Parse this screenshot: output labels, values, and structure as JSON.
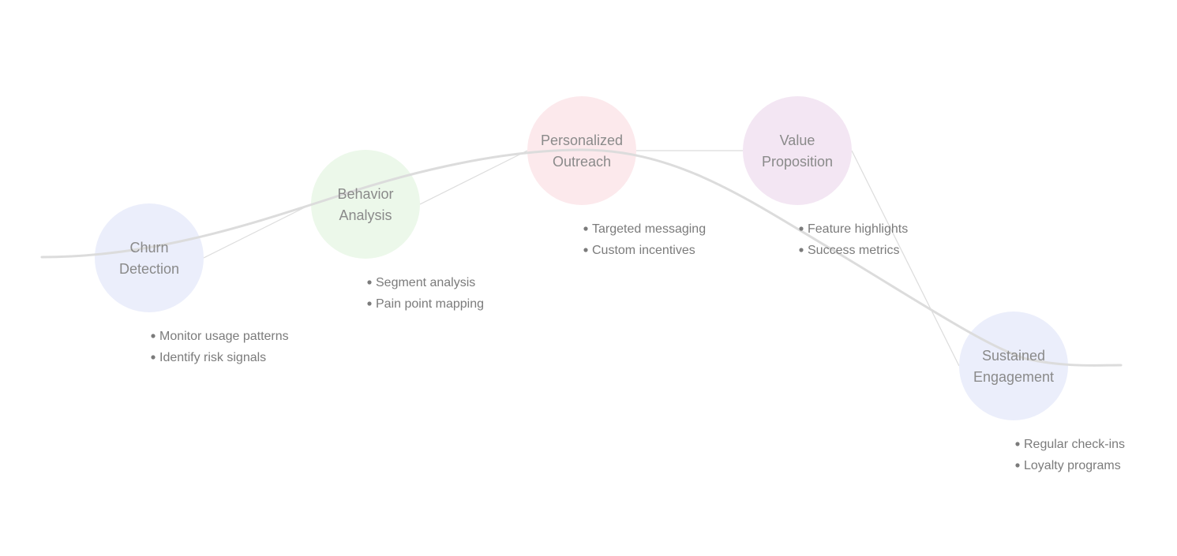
{
  "colors": {
    "curve": "#dcdcdc",
    "connector": "#dcdcdc",
    "label": "#8a8a8a",
    "bullet_text": "#7b7b7b"
  },
  "stages": [
    {
      "id": "churn-detection",
      "title_lines": [
        "Churn",
        "Detection"
      ],
      "fill": "#ebeefb",
      "bullets": [
        "Monitor usage patterns",
        "Identify risk signals"
      ]
    },
    {
      "id": "behavior-analysis",
      "title_lines": [
        "Behavior",
        "Analysis"
      ],
      "fill": "#ecf8ea",
      "bullets": [
        "Segment analysis",
        "Pain point mapping"
      ]
    },
    {
      "id": "personalized-outreach",
      "title_lines": [
        "Personalized",
        "Outreach"
      ],
      "fill": "#fce9ec",
      "bullets": [
        "Targeted messaging",
        "Custom incentives"
      ]
    },
    {
      "id": "value-proposition",
      "title_lines": [
        "Value",
        "Proposition"
      ],
      "fill": "#f3e6f3",
      "bullets": [
        "Feature highlights",
        "Success metrics"
      ]
    },
    {
      "id": "sustained-engagement",
      "title_lines": [
        "Sustained",
        "Engagement"
      ],
      "fill": "#ebeefb",
      "bullets": [
        "Regular check-ins",
        "Loyalty programs"
      ]
    }
  ]
}
